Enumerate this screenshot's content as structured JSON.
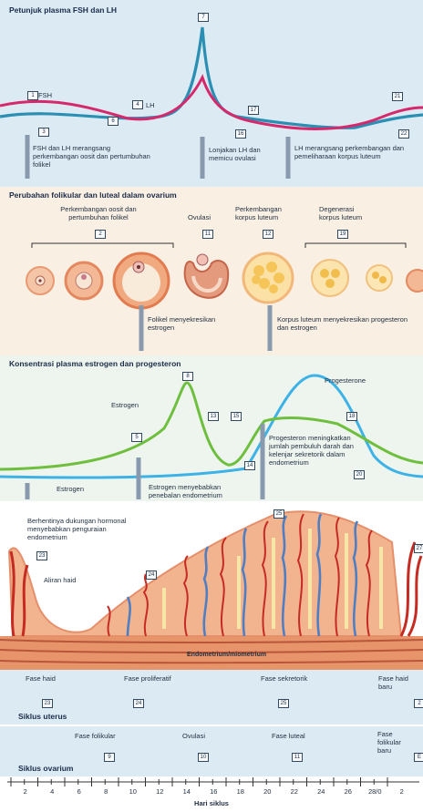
{
  "section1": {
    "title": "Petunjuk plasma FSH dan LH",
    "fsh_label": "FSH",
    "lh_label": "LH",
    "caption_left": "FSH dan LH merangsang perkembangan oosit dan pertumbuhan folikel",
    "caption_mid": "Lonjakan LH dan memicu ovulasi",
    "caption_right": "LH merangsang perkembangan dan pemeliharaan korpus luteum",
    "marker_fsh": "1",
    "marker_lh": "4",
    "marker_peak": "7",
    "marker_a": "3",
    "marker_b": "6",
    "marker_c": "17",
    "marker_d": "16",
    "marker_e": "21",
    "marker_f": "22"
  },
  "section2": {
    "title": "Perubahan folikular dan luteal dalam ovarium",
    "label_follicle": "Perkembangan oosit dan pertumbuhan folikel",
    "label_ovulation": "Ovulasi",
    "label_cl_dev": "Perkembangan korpus luteum",
    "label_cl_deg": "Degenerasi korpus luteum",
    "marker_follicle": "2",
    "marker_ovulation": "11",
    "marker_cl": "12",
    "marker_deg": "19",
    "caption_left": "Folikel menyekresikan estrogen",
    "caption_right": "Korpus luteum menyekresikan progesteron dan estrogen"
  },
  "section3": {
    "title": "Konsentrasi plasma estrogen dan progesteron",
    "estrogen_label": "Estrogen",
    "progesterone_label": "Progesterone",
    "estrogen_baseline": "Estrogen",
    "marker_a": "5",
    "marker_peak": "8",
    "marker_b": "13",
    "marker_c": "15",
    "marker_d": "14",
    "marker_e": "18",
    "marker_f": "20",
    "caption_estrogen": "Estrogen menyebabkan penebalan endometrium",
    "caption_progesterone": "Progesteron meningkatkan jumlah pembuluh darah dan kelenjar sekretorik dalam endometrium"
  },
  "section4": {
    "caption_decline": "Berhentinya dukungan hormonal menyebabkan penguraian endometrium",
    "menstrual_flow": "Aliran haid",
    "endometrium": "Endometrium/miometrium",
    "marker_decline": "23",
    "marker_flow": "24",
    "marker_top": "25",
    "marker_right": "27"
  },
  "uterine_cycle": {
    "title": "Siklus uterus",
    "phases": [
      {
        "name": "Fase haid",
        "marker": "23"
      },
      {
        "name": "Fase proliferatif",
        "marker": "24"
      },
      {
        "name": "Fase sekretorik",
        "marker": "25"
      },
      {
        "name": "Fase haid baru",
        "marker": "2"
      }
    ]
  },
  "ovarian_cycle": {
    "title": "Siklus ovarium",
    "phases": [
      {
        "name": "Fase folikular",
        "marker": "9"
      },
      {
        "name": "Ovulasi",
        "marker": "10"
      },
      {
        "name": "Fase luteal",
        "marker": "11"
      },
      {
        "name": "Fase folikular baru",
        "marker": "E"
      }
    ]
  },
  "axis": {
    "title": "Hari siklus",
    "ticks": [
      "2",
      "4",
      "6",
      "8",
      "10",
      "12",
      "14",
      "16",
      "18",
      "20",
      "22",
      "24",
      "26",
      "28/0",
      "2"
    ]
  },
  "colors": {
    "fsh": "#d6296b",
    "lh": "#2a8fb3",
    "estrogen": "#6fbf3f",
    "progesterone": "#3db2e6",
    "band1": "#dceaf4",
    "band2": "#f9efe2",
    "band3": "#eef5ee",
    "tissue": "#f2b38f",
    "vessel_red": "#c62b22",
    "vessel_blue": "#4f7fc2"
  }
}
